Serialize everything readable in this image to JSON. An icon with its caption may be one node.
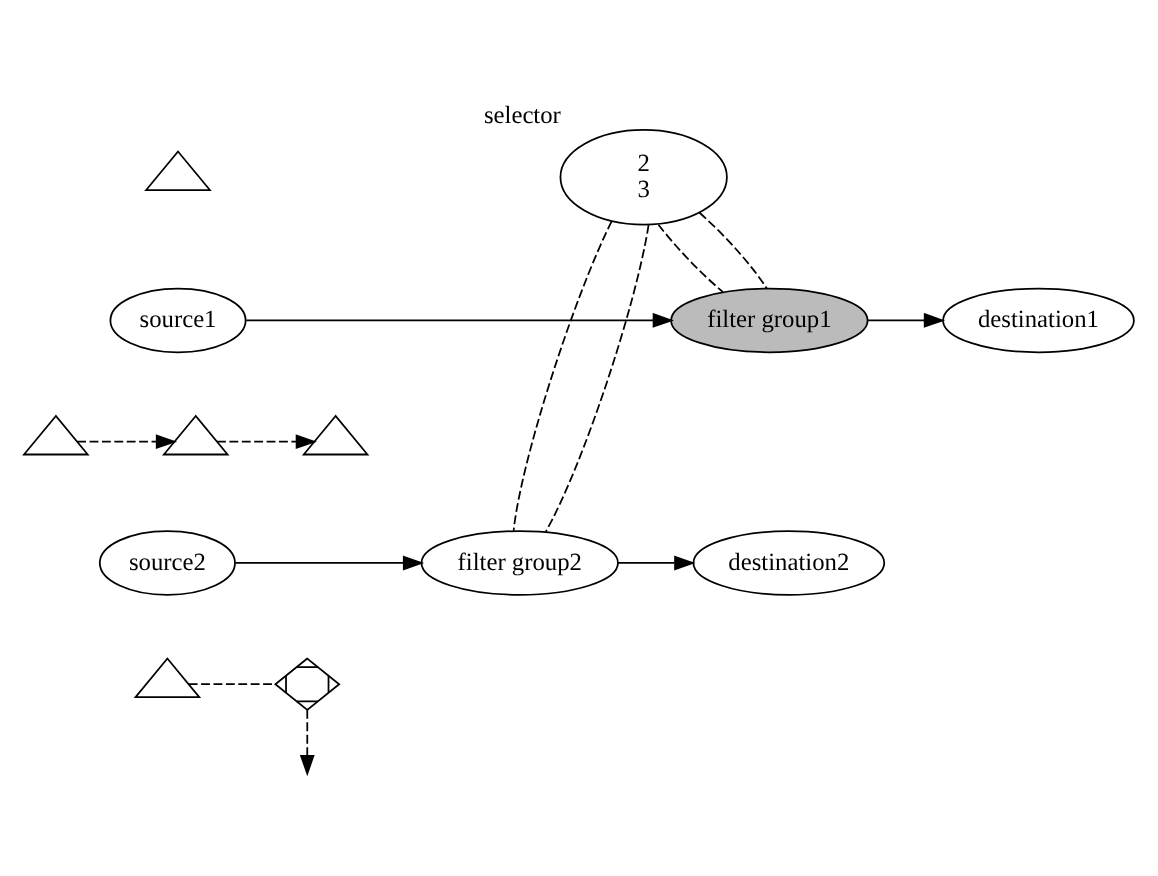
{
  "diagram": {
    "nodes": [
      {
        "text": [
          "2",
          "3"
        ],
        "beside": [
          "selector"
        ]
      },
      {
        "text": [
          "source1"
        ]
      },
      {
        "text": [
          "filter group1"
        ]
      },
      {
        "text": [
          "destination1"
        ]
      },
      {
        "text": [
          "source2"
        ]
      },
      {
        "text": [
          "filter group2"
        ]
      },
      {
        "text": [
          "destination2"
        ]
      },
      {
        "text": [],
        "shape": "picture"
      },
      {
        "text": [],
        "shape": "picture"
      },
      {
        "text": [],
        "shape": "picture"
      },
      {
        "text": [],
        "shape": "picture"
      },
      {
        "text": [],
        "shape": "picture"
      },
      {
        "text": [],
        "shape": "cross"
      }
    ],
    "edges": [
      {
        "from": 1,
        "to": 2,
        "arrow": "to"
      },
      {
        "from": 2,
        "to": 3,
        "arrow": "to"
      },
      {
        "from": 0,
        "to": 2,
        "arrow": "none",
        "style": "dashed"
      },
      {
        "from": 0,
        "to": 2,
        "arrow": "none",
        "style": "dashed"
      },
      {
        "from": 0,
        "to": 5,
        "arrow": "none",
        "style": "dashed"
      },
      {
        "from": 0,
        "to": 5,
        "arrow": "none",
        "style": "dashed"
      },
      {
        "from": 8,
        "to": 9,
        "arrow": "to",
        "style": "dashed"
      },
      {
        "from": 9,
        "to": 10,
        "arrow": "to",
        "style": "dashed"
      },
      {
        "from": 4,
        "to": 5,
        "arrow": "to"
      },
      {
        "from": 5,
        "to": 6,
        "arrow": "to"
      },
      {
        "from": 11,
        "to": 12,
        "arrow": "none",
        "style": "dashed"
      },
      {
        "from": 12,
        "to": null,
        "arrow": "to",
        "style": "dashed"
      }
    ]
  }
}
